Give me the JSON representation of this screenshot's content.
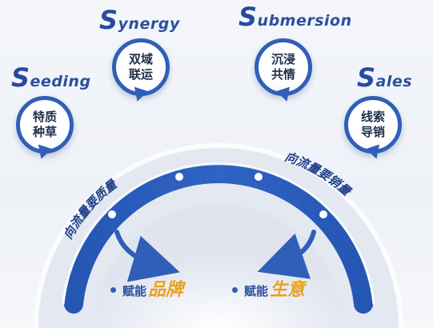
{
  "stages": [
    {
      "cap": "S",
      "rest": "eeding",
      "bubble": [
        "特质",
        "种草"
      ]
    },
    {
      "cap": "S",
      "rest": "ynergy",
      "bubble": [
        "双域",
        "联运"
      ]
    },
    {
      "cap": "S",
      "rest": "ubmersion",
      "bubble": [
        "沉浸",
        "共情"
      ]
    },
    {
      "cap": "S",
      "rest": "ales",
      "bubble": [
        "线索",
        "导销"
      ]
    }
  ],
  "arc": {
    "left_label": "向流量要质量",
    "right_label": "向流量要销量"
  },
  "results": [
    {
      "lead": "赋能",
      "key": "品牌"
    },
    {
      "lead": "赋能",
      "key": "生意"
    }
  ],
  "colors": {
    "primary_blue": "#2f5fb8",
    "dark_blue": "#1e4fa6",
    "accent_gold": "#e8a21c"
  }
}
